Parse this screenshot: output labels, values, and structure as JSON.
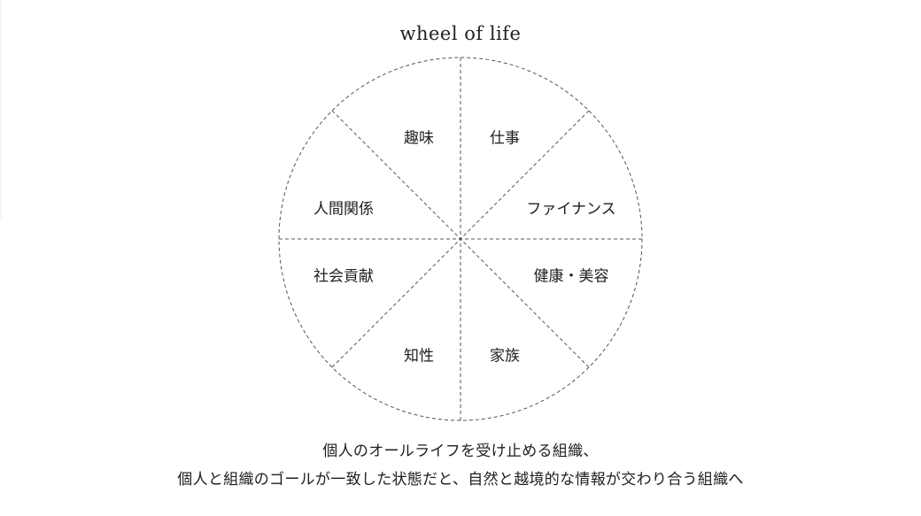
{
  "title": "wheel of life",
  "segments": [
    {
      "id": "hobby",
      "label": "趣味"
    },
    {
      "id": "work",
      "label": "仕事"
    },
    {
      "id": "relationships",
      "label": "人間関係"
    },
    {
      "id": "finance",
      "label": "ファイナンス"
    },
    {
      "id": "social",
      "label": "社会貢献"
    },
    {
      "id": "health",
      "label": "健康・美容"
    },
    {
      "id": "intellect",
      "label": "知性"
    },
    {
      "id": "family",
      "label": "家族"
    }
  ],
  "caption": {
    "line1": "個人のオールライフを受け止める組織、",
    "line2": "個人と組織のゴールが一致した状態だと、自然と越境的な情報が交わり合う組織へ"
  },
  "colors": {
    "stroke": "#555555",
    "text": "#1e1e1e"
  }
}
